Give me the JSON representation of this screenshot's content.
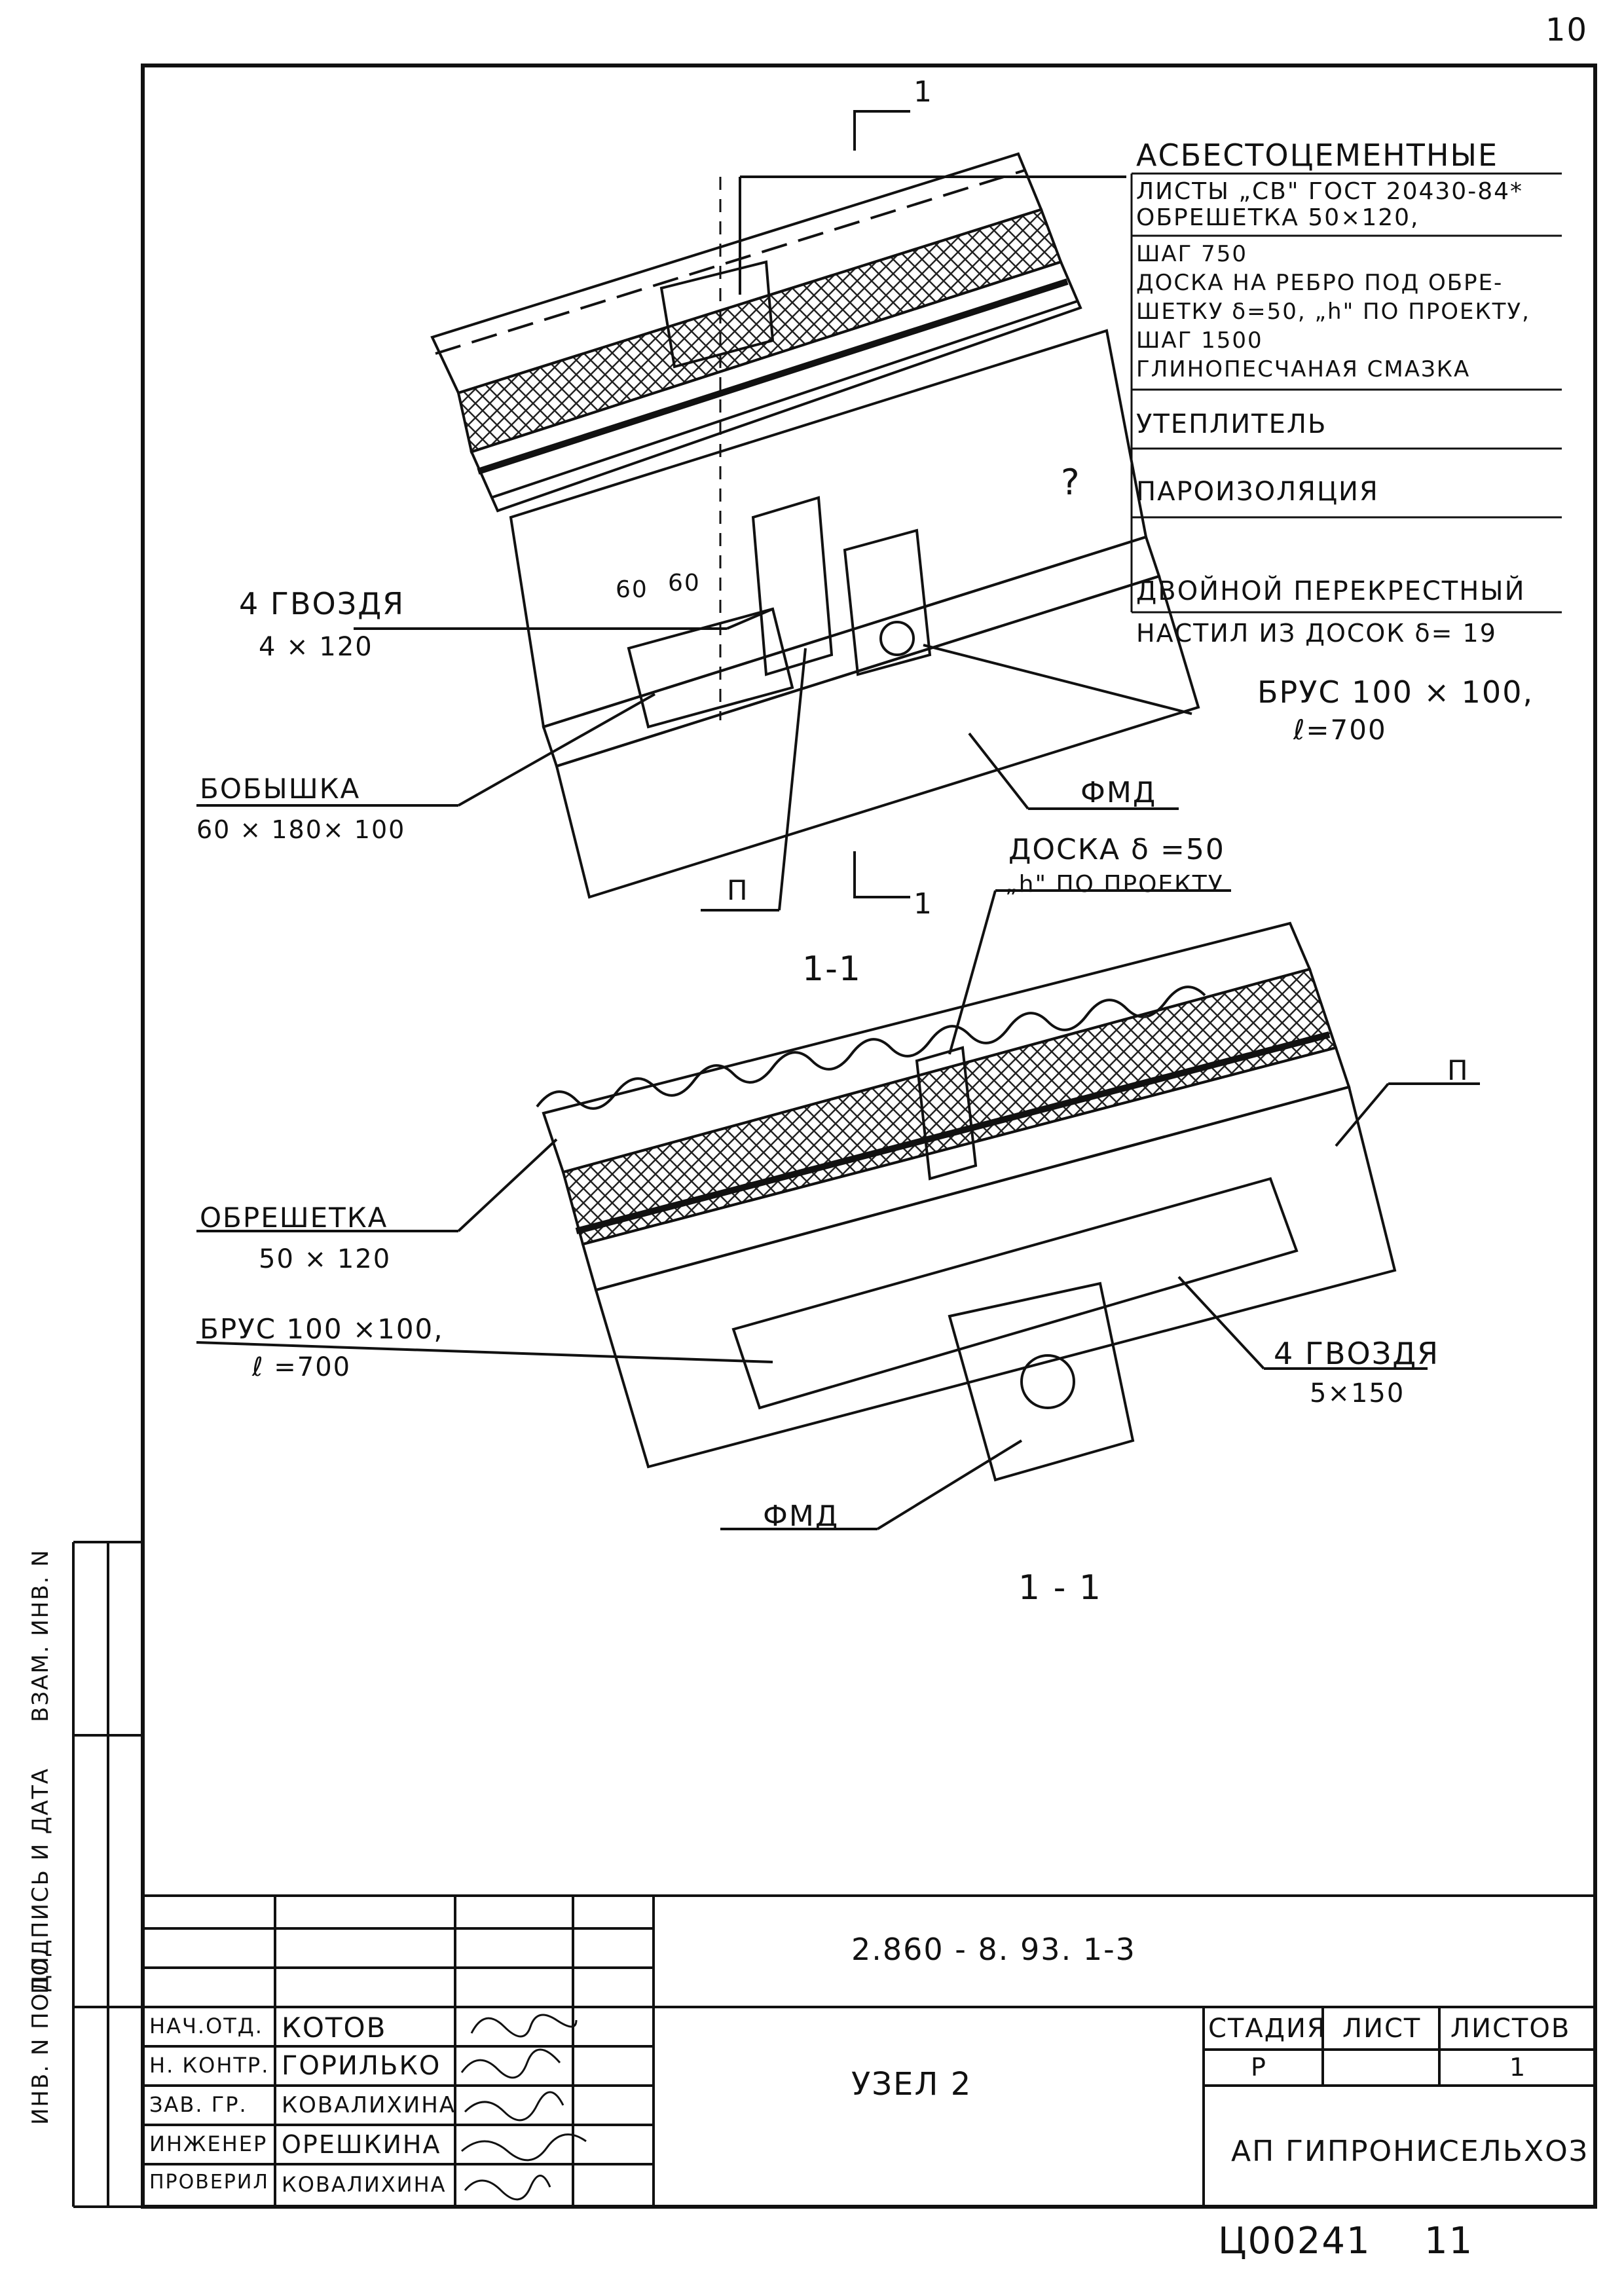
{
  "sheet_number": "10",
  "spec": {
    "title": "АСБЕСТОЦЕМЕНТНЫЕ",
    "line1": "ЛИСТЫ „СВ\" ГОСТ 20430-84*",
    "line2": "ОБРЕШЕТКА 50×120,",
    "line3": "ШАГ 750",
    "line4": "ДОСКА НА РЕБРО ПОД ОБРЕ-",
    "line5": "ШЕТКУ δ=50, „h\" ПО ПРОЕКТУ,",
    "line6": "ШАГ 1500",
    "line7": "ГЛИНОПЕСЧАНАЯ СМАЗКА",
    "line8": "УТЕПЛИТЕЛЬ",
    "line9": "ПАРОИЗОЛЯЦИЯ",
    "line10": "ДВОЙНОЙ ПЕРЕКРЕСТНЫЙ",
    "line11": "НАСТИЛ ИЗ ДОСОК δ= 19"
  },
  "top_view": {
    "section_mark_top": "1",
    "section_mark_bottom": "1",
    "nails_label": "4 ГВОЗДЯ",
    "nails_size": "4 × 120",
    "dim_a": "60",
    "dim_b": "60",
    "beam_label": "БРУС 100 × 100,",
    "beam_len": "ℓ=700",
    "boss_label": "БОБЫШКА",
    "boss_size": "60 × 180× 100",
    "fmd_label": "ФМД",
    "p_label": "П",
    "q_mark": "?"
  },
  "section": {
    "title_upper": "1-1",
    "board_label": "ДОСКА δ =50",
    "board_note": "„h\" ПО ПРОЕКТУ",
    "p_label": "П",
    "lath_label": "ОБРЕШЕТКА",
    "lath_size": "50 × 120",
    "beam_label": "БРУС 100 ×100,",
    "beam_len": "ℓ =700",
    "nails_label": "4 ГВОЗДЯ",
    "nails_size": "5×150",
    "fmd_label": "ФМД",
    "title_lower": "1 - 1"
  },
  "side_stamp": {
    "inv_orig": "ИНВ. N ПОДЛ.",
    "sign_date": "ПОДПИСЬ И ДАТА",
    "vzam": "ВЗАМ. ИНВ. N"
  },
  "title_block": {
    "doc_code": "2.860 - 8. 93. 1-3",
    "node_title": "УЗЕЛ 2",
    "org": "АП ГИПРОНИСЕЛЬХОЗ",
    "stage_hdr": "СТАДИЯ",
    "sheet_hdr": "ЛИСТ",
    "sheets_hdr": "ЛИСТОВ",
    "stage_val": "Р",
    "sheet_val": "",
    "sheets_val": "1",
    "rows": [
      {
        "role": "НАЧ.ОТД.",
        "name": "КОТОВ"
      },
      {
        "role": "Н. КОНТР.",
        "name": "ГОРИЛЬКО"
      },
      {
        "role": "ЗАВ. ГР.",
        "name": "КОВАЛИХИНА"
      },
      {
        "role": "ИНЖЕНЕР",
        "name": "ОРЕШКИНА"
      },
      {
        "role": "ПРОВЕРИЛ",
        "name": "КОВАЛИХИНА"
      }
    ]
  },
  "archive_code": "Ц00241",
  "archive_sheet": "11"
}
